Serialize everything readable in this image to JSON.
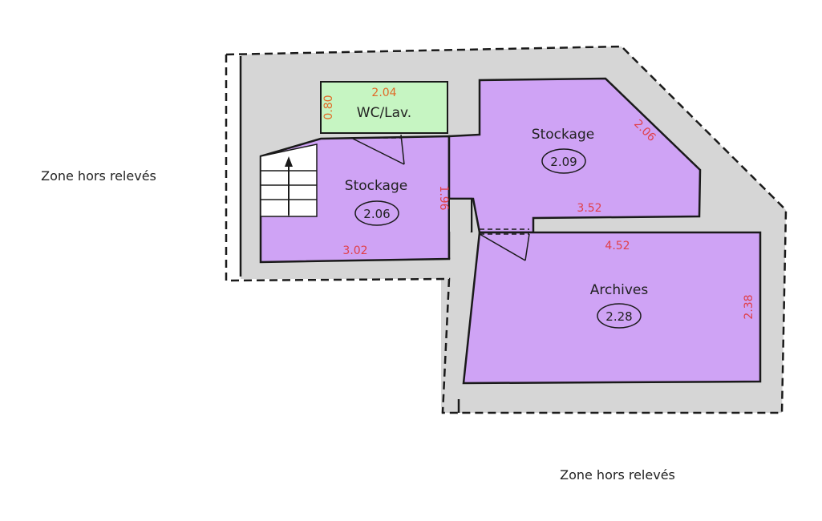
{
  "outside_labels": {
    "left": "Zone hors relevés",
    "bottom": "Zone hors relevés"
  },
  "rooms": {
    "wc": {
      "name": "WC/Lav."
    },
    "stockage_left": {
      "name": "Stockage",
      "area": "2.06"
    },
    "stockage_right": {
      "name": "Stockage",
      "area": "2.09"
    },
    "archives": {
      "name": "Archives",
      "area": "2.28"
    }
  },
  "dimensions": {
    "wc_width": "2.04",
    "wc_height": "0.80",
    "stockage_left_height": "1.96",
    "stockage_left_width": "3.02",
    "stockage_right_diagonal": "2.06",
    "stockage_right_width": "3.52",
    "archives_width": "4.52",
    "archives_height": "2.38"
  },
  "colors": {
    "room_fill": "#cfa3f5",
    "wc_fill": "#c6f5c2",
    "circulation_fill": "#d6d6d6",
    "dimension_red": "#e0404a",
    "dimension_orange": "#e06a28",
    "wall": "#1a1a1a"
  }
}
